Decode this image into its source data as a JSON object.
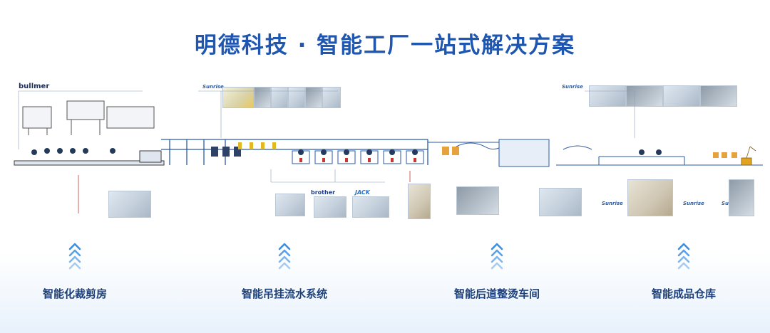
{
  "title": "明德科技 · 智能工厂一站式解决方案",
  "brands": {
    "bullmer": "bullmer",
    "sunrise": "Sunrise",
    "brother": "brother",
    "jack": "JACK"
  },
  "sections": [
    {
      "label": "智能化裁剪房"
    },
    {
      "label": "智能吊挂流水系统"
    },
    {
      "label": "智能后道整烫车间"
    },
    {
      "label": "智能成品仓库"
    }
  ],
  "colors": {
    "title": "#1e56b0",
    "label": "#1c3f7a",
    "arrow": "#3b8fe0",
    "line": "#2a5aa8"
  }
}
